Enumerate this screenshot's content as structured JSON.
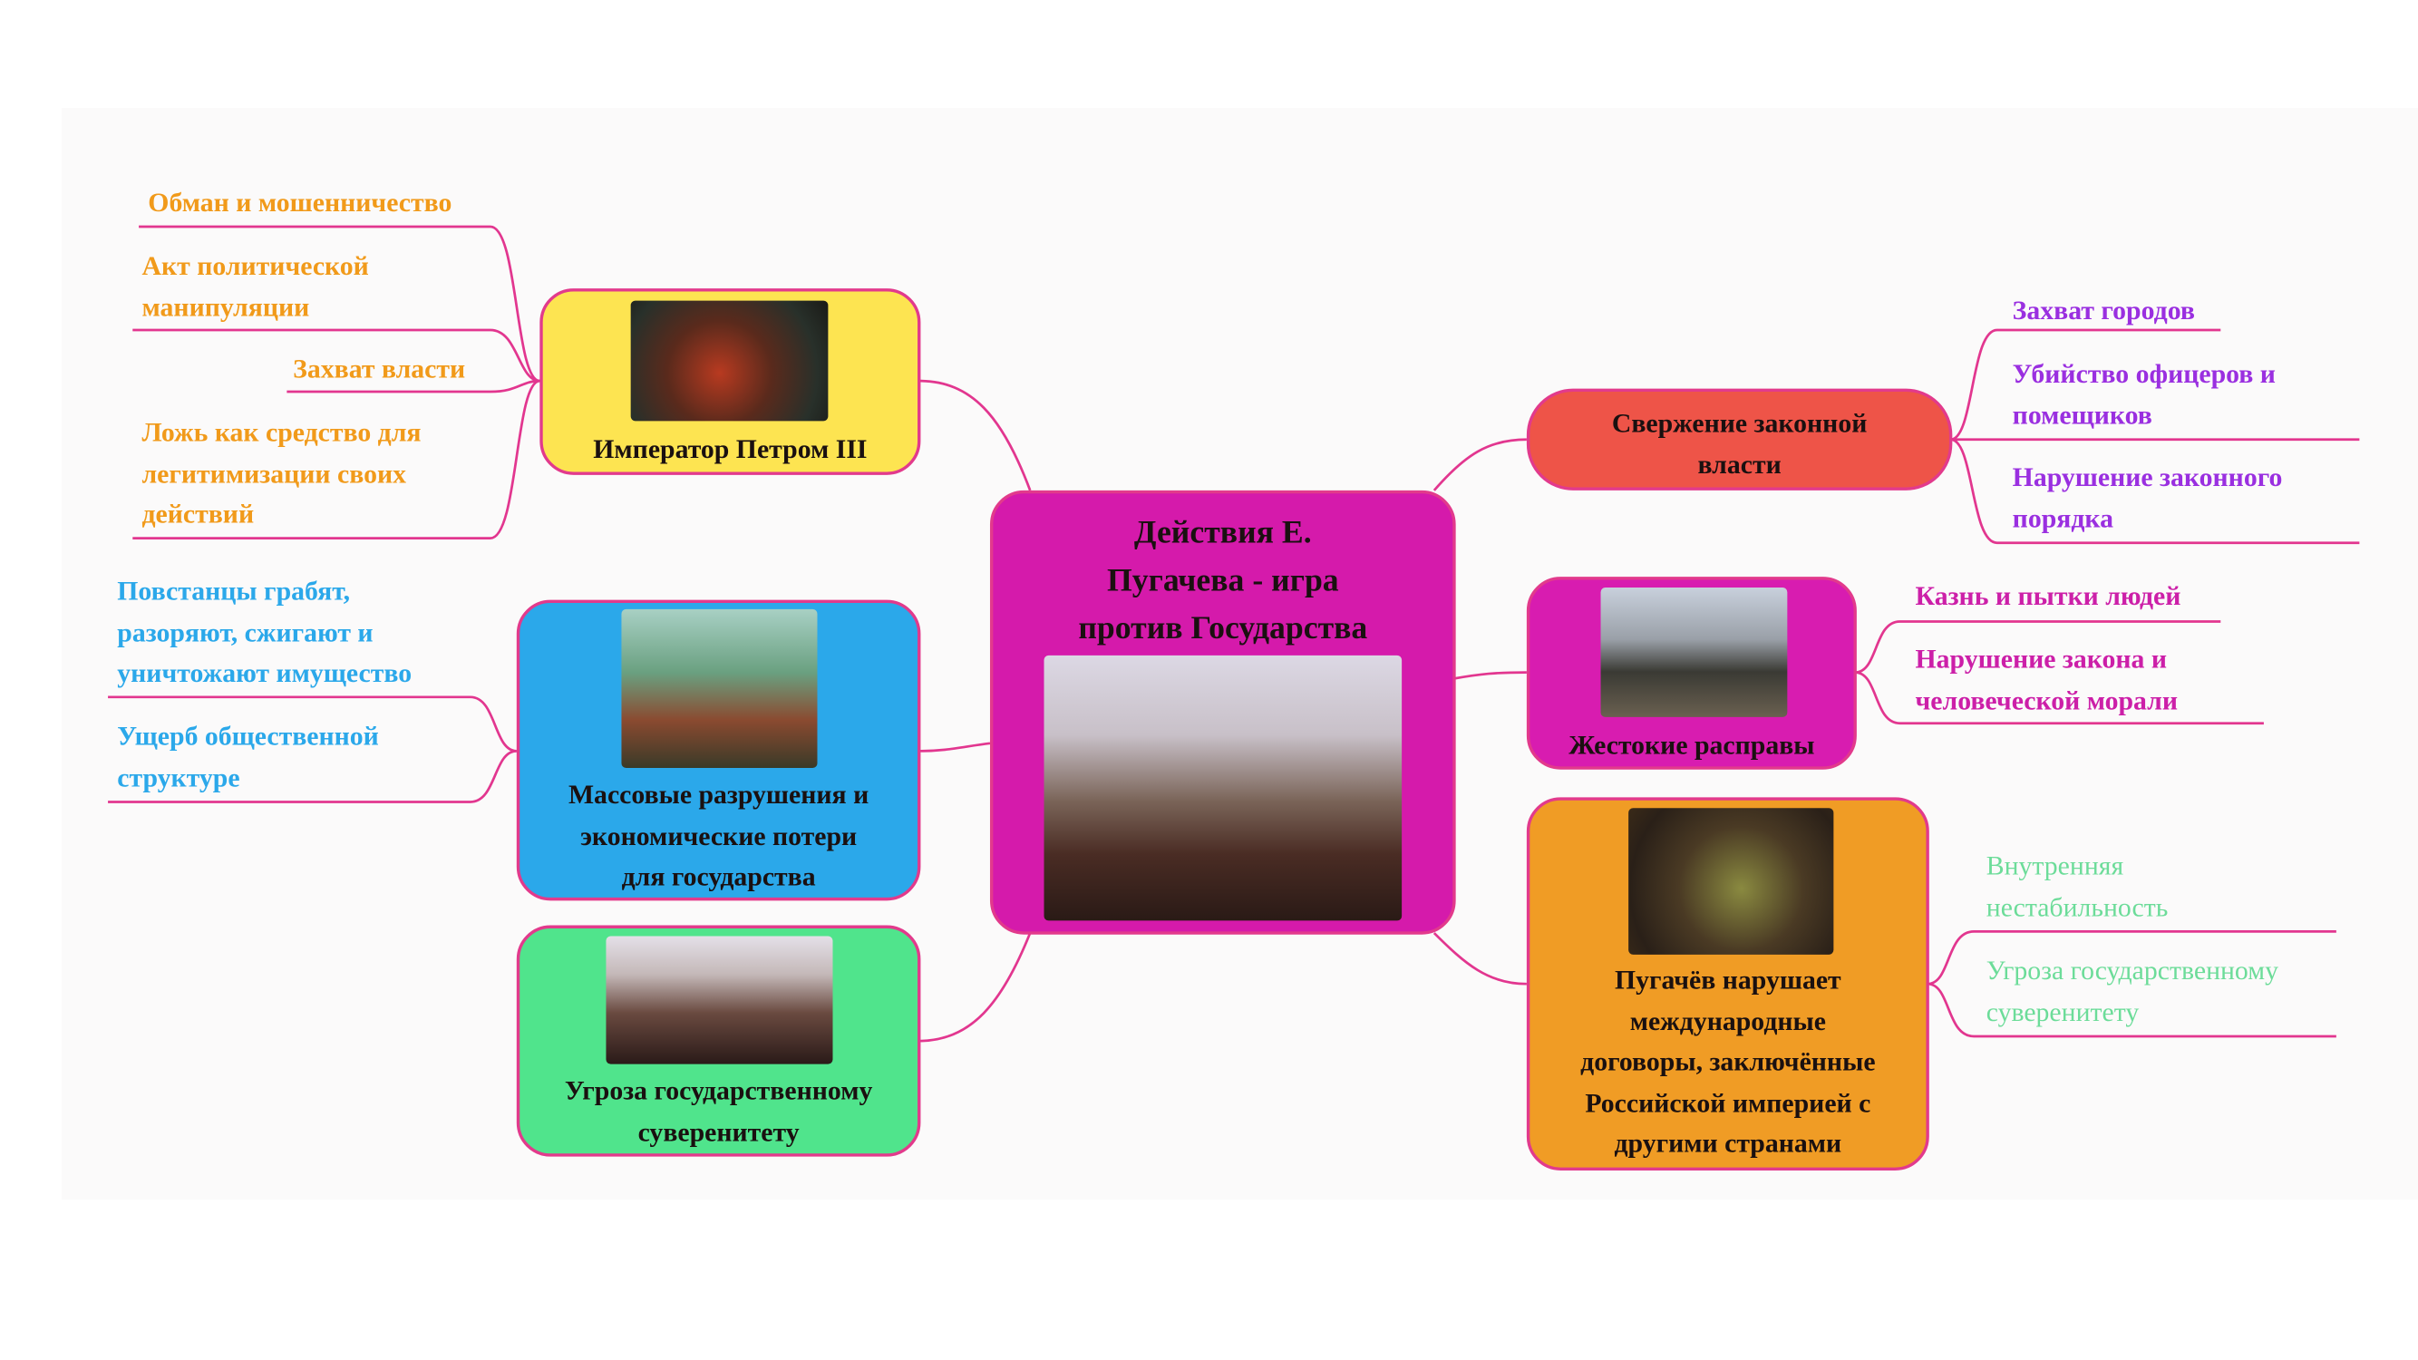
{
  "central": {
    "title_lines": [
      "Действия Е.",
      "Пугачева - игра",
      "против Государства"
    ],
    "color": "#d51aab"
  },
  "branches": {
    "emperor": {
      "lines": [
        "Император Петром III"
      ],
      "color": "#fde451",
      "leaves": [
        [
          "Обман и мошенничество"
        ],
        [
          "Акт политической",
          "манипуляции"
        ],
        [
          "Захват власти"
        ],
        [
          "Ложь как средство для",
          "легитимизации своих",
          "действий"
        ]
      ],
      "leaf_color": "#f19a1a"
    },
    "destruction": {
      "lines": [
        "Массовые разрушения и",
        "экономические потери",
        "для государства"
      ],
      "color": "#2ba8ea",
      "leaves": [
        [
          "Повстанцы грабят,",
          "разоряют, сжигают и",
          "уничтожают имущество"
        ],
        [
          "Ущерб общественной",
          "структуре"
        ]
      ],
      "leaf_color": "#2ba8ea"
    },
    "threat": {
      "lines": [
        "Угроза государственному",
        "суверенитету"
      ],
      "color": "#50e48c"
    },
    "overthrow": {
      "lines": [
        "Свержение законной",
        "власти"
      ],
      "color": "#ee5448",
      "leaves": [
        [
          "Захват городов"
        ],
        [
          "Убийство офицеров и",
          "помещиков"
        ],
        [
          "Нарушение законного",
          "порядка"
        ]
      ],
      "leaf_color": "#9a2fe0"
    },
    "reprisals": {
      "lines": [
        "Жестокие расправы"
      ],
      "color": "#d81cb0",
      "leaves": [
        [
          "Казнь и пытки людей"
        ],
        [
          "Нарушение закона и",
          "человеческой морали"
        ]
      ],
      "leaf_color": "#cc1fa8"
    },
    "treaties": {
      "lines": [
        "Пугачёв нарушает",
        "международные",
        "договоры, заключённые",
        "Российской империей с",
        "другими странами"
      ],
      "color": "#f09c25",
      "leaves": [
        [
          "Внутренняя",
          "нестабильность"
        ],
        [
          "Угроза государственному",
          "суверенитету"
        ]
      ],
      "leaf_color": "#6cdc99"
    }
  },
  "link_color": "#e2368f"
}
